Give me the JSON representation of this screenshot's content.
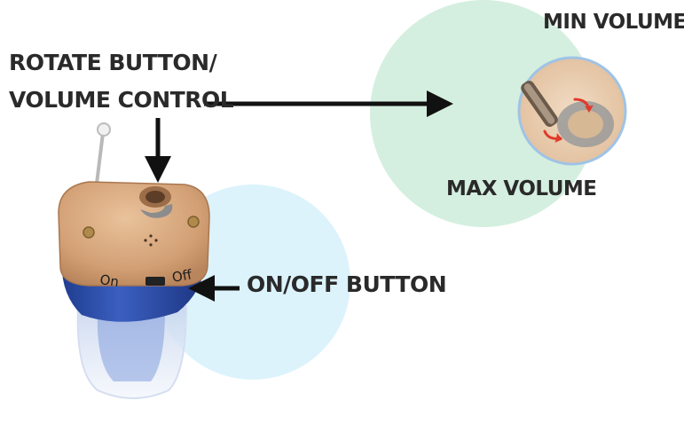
{
  "labels": {
    "rotate_line1": "ROTATE BUTTON/",
    "rotate_line2": "VOLUME CONTROL",
    "onoff": "ON/OFF BUTTON",
    "min_volume": "MIN VOLUME",
    "max_volume": "MAX VOLUME"
  },
  "device": {
    "on_text": "On",
    "off_text": "Off"
  },
  "colors": {
    "mint_circle": "#d4efdf",
    "light_blue_circle": "#dcf3fc",
    "faceplate": "#d9a77c",
    "shell_blue": "#2f4fa8",
    "arrow_red": "#e03a2b",
    "text": "#2a2a2a"
  },
  "icons": {
    "arrow": "arrow-icon",
    "rotate": "rotate-arrows-icon"
  }
}
